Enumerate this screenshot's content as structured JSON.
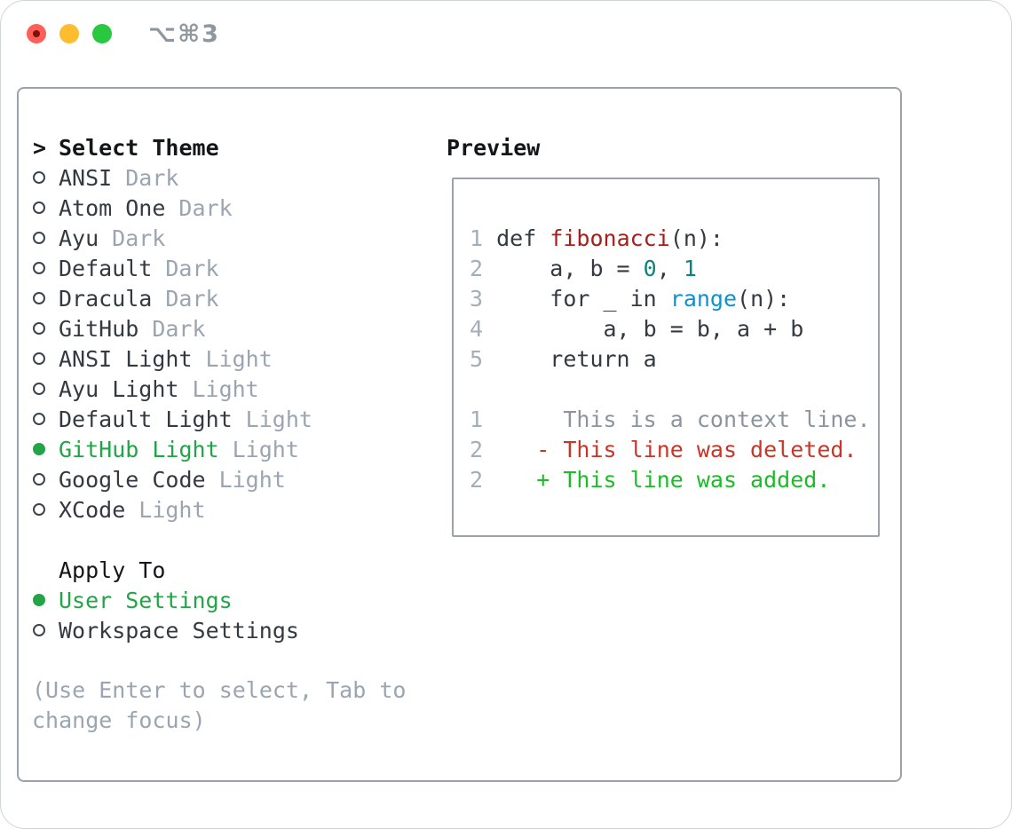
{
  "titlebar": {
    "title": "⌥⌘3"
  },
  "theme_list": {
    "header_prefix": ">",
    "header": "Select Theme",
    "items": [
      {
        "name": "ANSI",
        "tag": "Dark",
        "selected": false
      },
      {
        "name": "Atom One",
        "tag": "Dark",
        "selected": false
      },
      {
        "name": "Ayu",
        "tag": "Dark",
        "selected": false
      },
      {
        "name": "Default",
        "tag": "Dark",
        "selected": false
      },
      {
        "name": "Dracula",
        "tag": "Dark",
        "selected": false
      },
      {
        "name": "GitHub",
        "tag": "Dark",
        "selected": false
      },
      {
        "name": "ANSI Light",
        "tag": "Light",
        "selected": false
      },
      {
        "name": "Ayu Light",
        "tag": "Light",
        "selected": false
      },
      {
        "name": "Default Light",
        "tag": "Light",
        "selected": false
      },
      {
        "name": "GitHub Light",
        "tag": "Light",
        "selected": true
      },
      {
        "name": "Google Code",
        "tag": "Light",
        "selected": false
      },
      {
        "name": "XCode",
        "tag": "Light",
        "selected": false
      }
    ]
  },
  "apply_to": {
    "header": "Apply To",
    "items": [
      {
        "name": "User Settings",
        "selected": true
      },
      {
        "name": "Workspace Settings",
        "selected": false
      }
    ]
  },
  "hint": "(Use Enter to select, Tab to change focus)",
  "preview": {
    "header": "Preview",
    "code_lines": [
      {
        "line_no": "1",
        "segments": [
          {
            "text": "def ",
            "style": "plain"
          },
          {
            "text": "fibonacci",
            "style": "function"
          },
          {
            "text": "(n):",
            "style": "plain"
          }
        ]
      },
      {
        "line_no": "2",
        "segments": [
          {
            "text": "    a, b = ",
            "style": "plain"
          },
          {
            "text": "0",
            "style": "number"
          },
          {
            "text": ", ",
            "style": "plain"
          },
          {
            "text": "1",
            "style": "number"
          }
        ]
      },
      {
        "line_no": "3",
        "segments": [
          {
            "text": "    for _ in ",
            "style": "plain"
          },
          {
            "text": "range",
            "style": "builtin"
          },
          {
            "text": "(n):",
            "style": "plain"
          }
        ]
      },
      {
        "line_no": "4",
        "segments": [
          {
            "text": "        a, b = b, a + b",
            "style": "plain"
          }
        ]
      },
      {
        "line_no": "5",
        "segments": [
          {
            "text": "    return a",
            "style": "plain"
          }
        ]
      }
    ],
    "diff_lines": [
      {
        "line_no": "1",
        "marker": " ",
        "text": "This is a context line.",
        "style": "context"
      },
      {
        "line_no": "2",
        "marker": "-",
        "text": "This line was deleted.",
        "style": "deleted"
      },
      {
        "line_no": "2",
        "marker": "+",
        "text": "This line was added.",
        "style": "added"
      }
    ]
  },
  "colors": {
    "accent-green": "#22a546",
    "text-primary": "#343a41",
    "text-muted": "#9aa5b1",
    "border-gray": "#9aa3ac",
    "header-black": "#14171a",
    "lineno-gray": "#a4aeb9",
    "code-plain": "#343a41",
    "fn-red": "#a62019",
    "num-teal": "#0e8181",
    "builtin-blue": "#0c93cf",
    "ctx-gray": "#8b949d",
    "del-red": "#c73626",
    "add-green": "#1abd28",
    "radio-stroke": "#3c434b",
    "tl-red": "#ff5f57",
    "tl-red-dot": "#7e100d",
    "tl-yellow": "#febc2e",
    "tl-green": "#28c840",
    "title-gray": "#8f979e",
    "window-border": "#cfd4d8"
  }
}
